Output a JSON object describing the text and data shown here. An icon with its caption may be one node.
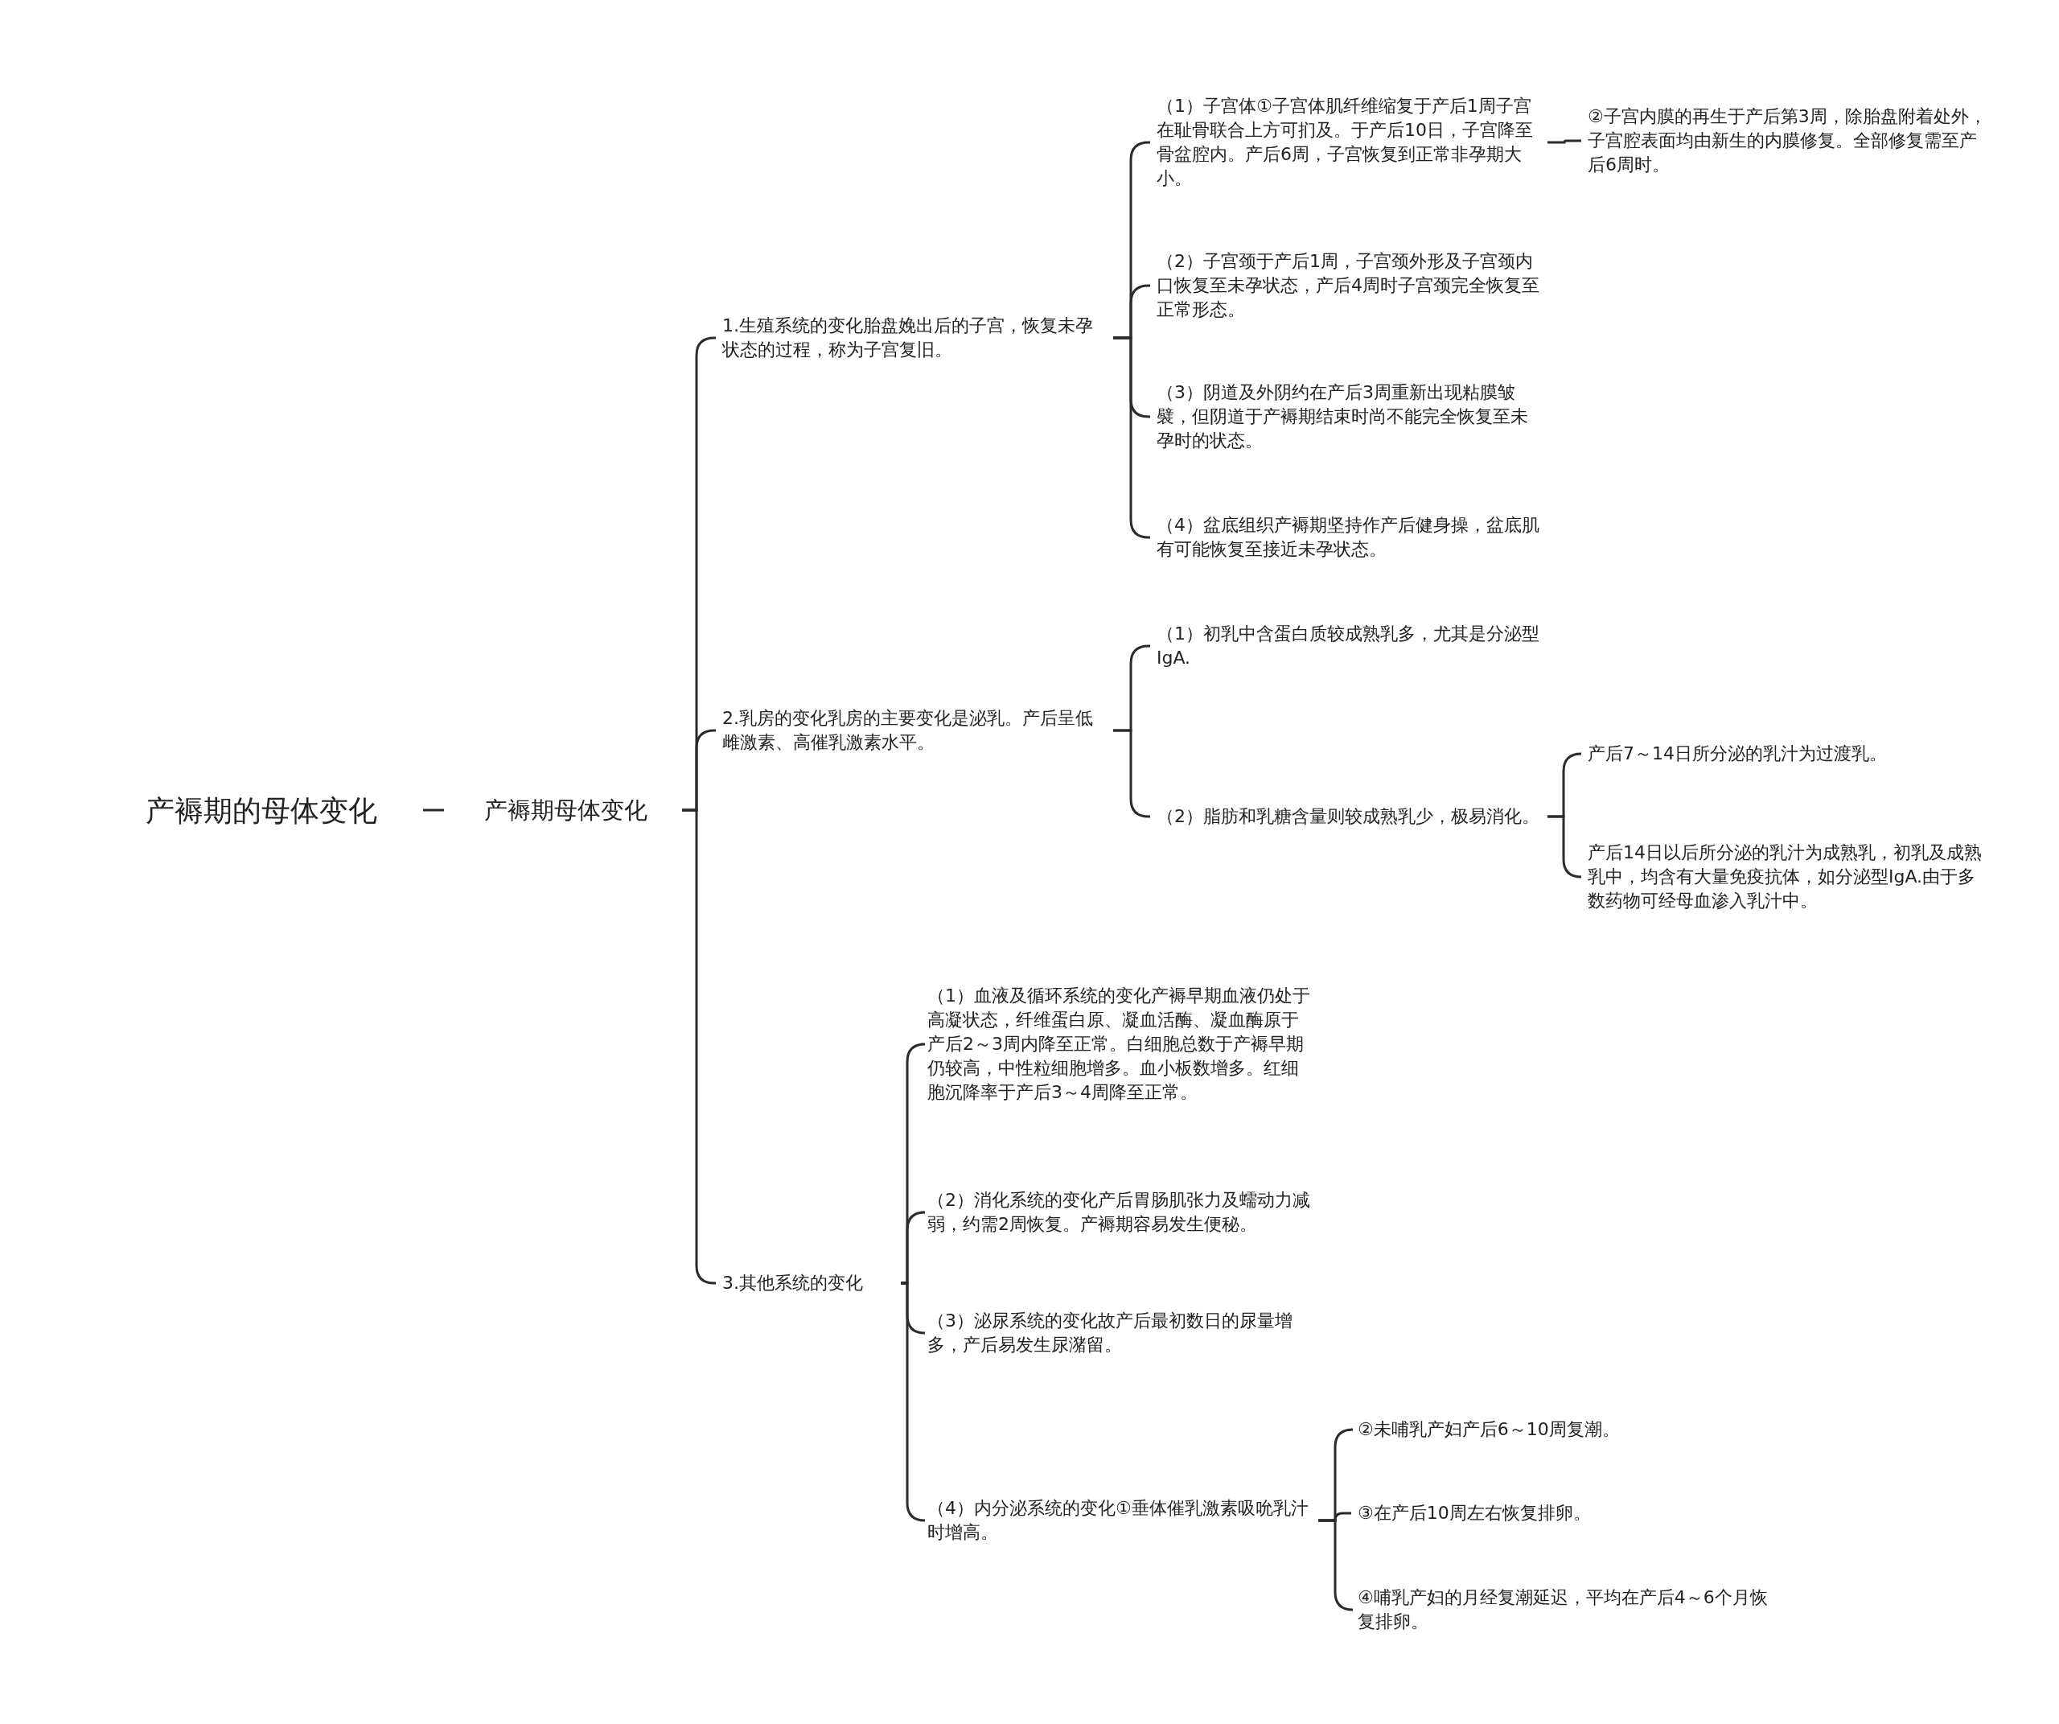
{
  "diagram": {
    "nodes": [
      {
        "text": [
          "产褥期的母体变化"
        ]
      },
      {
        "text": [
          "产褥期母体变化"
        ]
      },
      {
        "text": [
          "1.生殖系统的变化胎盘娩出后的子宫，恢复未孕状态的过程，称为子宫复旧。"
        ]
      },
      {
        "text": [
          "（1）子宫体①子宫体肌纤维缩复于产后1周子宫在耻骨联合上方可扪及。于产后10日，子宫降至骨盆腔内。产后6周，子宫恢复到正常非孕期大小。"
        ]
      },
      {
        "text": [
          "②子宫内膜的再生于产后第3周，除胎盘附着处外，子宫腔表面均由新生的内膜修复。全部修复需至产后6周时。"
        ]
      },
      {
        "text": [
          "（2）子宫颈于产后1周，子宫颈外形及子宫颈内口恢复至未孕状态，产后4周时子宫颈完全恢复至正常形态。"
        ]
      },
      {
        "text": [
          "（3）阴道及外阴约在产后3周重新出现粘膜皱襞，但阴道于产褥期结束时尚不能完全恢复至未孕时的状态。"
        ]
      },
      {
        "text": [
          "（4）盆底组织产褥期坚持作产后健身操，盆底肌有可能恢复至接近未孕状态。"
        ]
      },
      {
        "text": [
          "2.乳房的变化乳房的主要变化是泌乳。产后呈低雌激素、高催乳激素水平。"
        ]
      },
      {
        "text": [
          "（1）初乳中含蛋白质较成熟乳多，尤其是分泌型IgA."
        ]
      },
      {
        "text": [
          "（2）脂肪和乳糖含量则较成熟乳少，极易消化。"
        ]
      },
      {
        "text": [
          "产后7～14日所分泌的乳汁为过渡乳。"
        ]
      },
      {
        "text": [
          "产后14日以后所分泌的乳汁为成熟乳，初乳及成熟乳中，均含有大量免疫抗体，如分泌型IgA.由于多数药物可经母血渗入乳汁中。"
        ]
      },
      {
        "text": [
          "3.其他系统的变化"
        ]
      },
      {
        "text": [
          "（1）血液及循环系统的变化产褥早期血液仍处于高凝状态，纤维蛋白原、凝血活酶、凝血酶原于产后2～3周内降至正常。白细胞总数于产褥早期仍较高，中性粒细胞增多。血小板数增多。红细胞沉降率于产后3～4周降至正常。"
        ]
      },
      {
        "text": [
          "（2）消化系统的变化产后胃肠肌张力及蠕动力减弱，约需2周恢复。产褥期容易发生便秘。"
        ]
      },
      {
        "text": [
          "（3）泌尿系统的变化故产后最初数日的尿量增多，产后易发生尿潴留。"
        ]
      },
      {
        "text": [
          "（4）内分泌系统的变化①垂体催乳激素吸吮乳汁时增高。"
        ]
      },
      {
        "text": [
          "②未哺乳产妇产后6～10周复潮。"
        ]
      },
      {
        "text": [
          "③在产后10周左右恢复排卵。"
        ]
      },
      {
        "text": [
          "④哺乳产妇的月经复潮延迟，平均在产后4～6个月恢复排卵。"
        ]
      }
    ],
    "edges": [
      {
        "from": 0,
        "to": 1,
        "arrow": "none"
      },
      {
        "from": 1,
        "to": 2,
        "arrow": "none"
      },
      {
        "from": 1,
        "to": 8,
        "arrow": "none"
      },
      {
        "from": 1,
        "to": 13,
        "arrow": "none"
      },
      {
        "from": 2,
        "to": 3,
        "arrow": "none"
      },
      {
        "from": 2,
        "to": 5,
        "arrow": "none"
      },
      {
        "from": 2,
        "to": 6,
        "arrow": "none"
      },
      {
        "from": 2,
        "to": 7,
        "arrow": "none"
      },
      {
        "from": 3,
        "to": 4,
        "arrow": "none"
      },
      {
        "from": 8,
        "to": 9,
        "arrow": "none"
      },
      {
        "from": 8,
        "to": 10,
        "arrow": "none"
      },
      {
        "from": 10,
        "to": 11,
        "arrow": "none"
      },
      {
        "from": 10,
        "to": 12,
        "arrow": "none"
      },
      {
        "from": 13,
        "to": 14,
        "arrow": "none"
      },
      {
        "from": 13,
        "to": 15,
        "arrow": "none"
      },
      {
        "from": 13,
        "to": 16,
        "arrow": "none"
      },
      {
        "from": 13,
        "to": 17,
        "arrow": "none"
      },
      {
        "from": 17,
        "to": 18,
        "arrow": "none"
      },
      {
        "from": 17,
        "to": 19,
        "arrow": "none"
      },
      {
        "from": 17,
        "to": 20,
        "arrow": "none"
      }
    ]
  }
}
